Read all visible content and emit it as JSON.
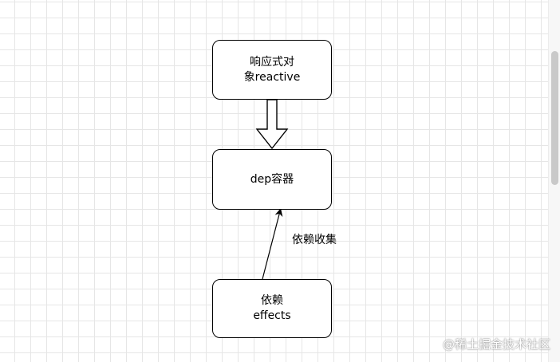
{
  "diagram": {
    "nodes": [
      {
        "id": "reactive",
        "lines": [
          "响应式对",
          "象reactive"
        ]
      },
      {
        "id": "dep",
        "lines": [
          "dep容器"
        ]
      },
      {
        "id": "effects",
        "lines": [
          "依赖",
          "effects"
        ]
      }
    ],
    "edges": [
      {
        "from": "reactive",
        "to": "dep",
        "style": "block-arrow",
        "label": ""
      },
      {
        "from": "effects",
        "to": "dep",
        "style": "line-arrow",
        "label": "依赖收集"
      }
    ]
  },
  "watermark": "@稀土掘金技术社区",
  "colors": {
    "stroke": "#000000",
    "grid": "#e6e6e6",
    "background": "#ffffff"
  }
}
